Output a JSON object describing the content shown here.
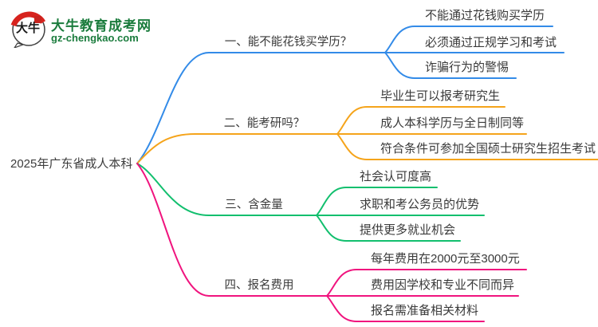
{
  "logo": {
    "brand": "大牛教育成考网",
    "domain": "gz-chengkao.com",
    "badge_chars": "大牛",
    "brand_color": "#1b7c3d",
    "badge_red": "#d7231e"
  },
  "root": {
    "label": "2025年广东省成人本科"
  },
  "branches": [
    {
      "label": "一、能不能花钱买学历？",
      "color": "#338be8",
      "items": [
        "不能通过花钱购买学历",
        "必须通过正规学习和考试",
        "诈骗行为的警惕"
      ]
    },
    {
      "label": "二、能考研吗？",
      "color": "#f5a41b",
      "items": [
        "毕业生可以报考研究生",
        "成人本科学历与全日制同等",
        "符合条件可参加全国硕士研究生招生考试"
      ]
    },
    {
      "label": "三、含金量",
      "color": "#12bf6e",
      "items": [
        "社会认可度高",
        "求职和考公务员的优势",
        "提供更多就业机会"
      ]
    },
    {
      "label": "四、报名费用",
      "color": "#f0147e",
      "items": [
        "每年费用在2000元至3000元",
        "费用因学校和专业不同而异",
        "报名需准备相关材料"
      ]
    }
  ]
}
